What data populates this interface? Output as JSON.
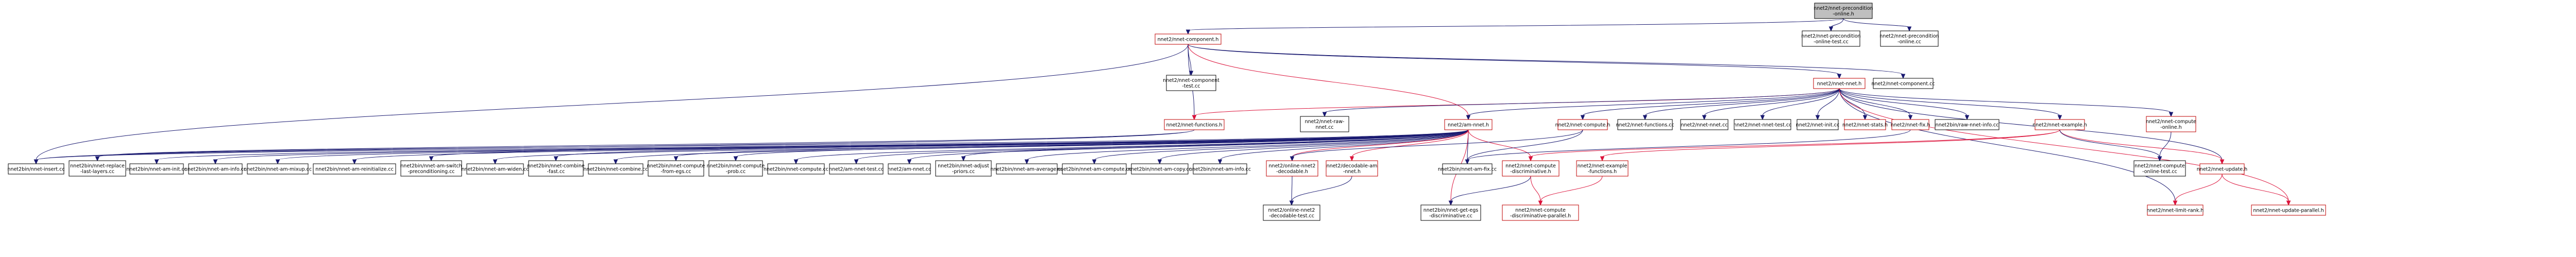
{
  "nodes": [
    {
      "id": "root",
      "lines": [
        "nnet2/nnet-precondition",
        "-online.h"
      ],
      "root": true
    },
    {
      "id": "comp_h",
      "lines": [
        "nnet2/nnet-component.h"
      ],
      "linked": true
    },
    {
      "id": "pre_test",
      "lines": [
        "nnet2/nnet-precondition",
        "-online-test.cc"
      ]
    },
    {
      "id": "pre_cc",
      "lines": [
        "nnet2/nnet-precondition",
        "-online.cc"
      ]
    },
    {
      "id": "comp_test",
      "lines": [
        "nnet2/nnet-component",
        "-test.cc"
      ]
    },
    {
      "id": "nnet_h",
      "lines": [
        "nnet2/nnet-nnet.h"
      ],
      "linked": true
    },
    {
      "id": "comp_cc",
      "lines": [
        "nnet2/nnet-component.cc"
      ]
    },
    {
      "id": "funcs_h",
      "lines": [
        "nnet2/nnet-functions.h"
      ],
      "linked": true
    },
    {
      "id": "raw_test",
      "lines": [
        "nnet2/nnet-raw-",
        "nnet.cc"
      ]
    },
    {
      "id": "am_h",
      "lines": [
        "nnet2/am-nnet.h"
      ],
      "linked": true
    },
    {
      "id": "compute_h",
      "lines": [
        "nnet2/nnet-compute.h"
      ],
      "linked": true
    },
    {
      "id": "funcs_cc",
      "lines": [
        "nnet2/nnet-functions.cc"
      ]
    },
    {
      "id": "nnet_cc",
      "lines": [
        "nnet2/nnet-nnet.cc"
      ]
    },
    {
      "id": "nnet_test",
      "lines": [
        "nnet2/nnet-nnet-test.cc"
      ]
    },
    {
      "id": "init_cc",
      "lines": [
        "nnet2/nnet-init.cc"
      ]
    },
    {
      "id": "stats_h",
      "lines": [
        "nnet2/nnet-stats.h"
      ],
      "linked": true
    },
    {
      "id": "fix_h",
      "lines": [
        "nnet2/nnet-fix.h"
      ],
      "linked": true
    },
    {
      "id": "raw_info",
      "lines": [
        "nnet2bin/raw-nnet-info.cc"
      ]
    },
    {
      "id": "example_h",
      "lines": [
        "nnet2/nnet-example.h"
      ],
      "linked": true
    },
    {
      "id": "compute_online_h",
      "lines": [
        "nnet2/nnet-compute",
        "-online.h"
      ],
      "linked": true
    },
    {
      "id": "insert",
      "lines": [
        "nnet2bin/nnet-insert.cc"
      ]
    },
    {
      "id": "replace",
      "lines": [
        "nnet2bin/nnet-replace",
        "-last-layers.cc"
      ]
    },
    {
      "id": "am_init",
      "lines": [
        "nnet2bin/nnet-am-init.cc"
      ]
    },
    {
      "id": "am_info",
      "lines": [
        "nnet2bin/nnet-am-info.cc"
      ]
    },
    {
      "id": "am_mixup",
      "lines": [
        "nnet2bin/nnet-am-mixup.cc"
      ]
    },
    {
      "id": "am_reinit",
      "lines": [
        "nnet2bin/nnet-am-reinitialize.cc"
      ]
    },
    {
      "id": "am_switch",
      "lines": [
        "nnet2bin/nnet-am-switch",
        "-preconditioning.cc"
      ]
    },
    {
      "id": "am_widen",
      "lines": [
        "nnet2bin/nnet-am-widen.cc"
      ]
    },
    {
      "id": "combine_fast",
      "lines": [
        "nnet2bin/nnet-combine",
        "-fast.cc"
      ]
    },
    {
      "id": "combine",
      "lines": [
        "nnet2bin/nnet-combine.cc"
      ]
    },
    {
      "id": "compute_egs",
      "lines": [
        "nnet2bin/nnet-compute",
        "-from-egs.cc"
      ]
    },
    {
      "id": "compute_prob",
      "lines": [
        "nnet2bin/nnet-compute",
        "-prob.cc"
      ]
    },
    {
      "id": "compute_bin",
      "lines": [
        "nnet2bin/nnet-compute.cc"
      ]
    },
    {
      "id": "am_nnet_test",
      "lines": [
        "nnet2/am-nnet-test.cc"
      ]
    },
    {
      "id": "am_nnet_cc",
      "lines": [
        "nnet2/am-nnet.cc"
      ]
    },
    {
      "id": "adjust",
      "lines": [
        "nnet2bin/nnet-adjust",
        "-priors.cc"
      ]
    },
    {
      "id": "am_average",
      "lines": [
        "nnet2bin/nnet-am-average.cc"
      ]
    },
    {
      "id": "am_compute",
      "lines": [
        "nnet2bin/nnet-am-compute.cc"
      ]
    },
    {
      "id": "am_copy",
      "lines": [
        "nnet2bin/nnet-am-copy.cc"
      ]
    },
    {
      "id": "am_info2",
      "lines": [
        "nnet2bin/nnet-am-info.cc"
      ]
    },
    {
      "id": "online_h",
      "lines": [
        "nnet2/online-nnet2",
        "-decodable.h"
      ],
      "linked": true
    },
    {
      "id": "decodable_h",
      "lines": [
        "nnet2/decodable-am",
        "-nnet.h"
      ],
      "linked": true
    },
    {
      "id": "am_fix",
      "lines": [
        "nnet2bin/nnet-am-fix.cc"
      ]
    },
    {
      "id": "disc_h",
      "lines": [
        "nnet2/nnet-compute",
        "-discriminative.h"
      ],
      "linked": true
    },
    {
      "id": "example_funcs_h",
      "lines": [
        "nnet2/nnet-example",
        "-functions.h"
      ],
      "linked": true
    },
    {
      "id": "compute_online_test",
      "lines": [
        "nnet2/nnet-compute",
        "-online-test.cc"
      ]
    },
    {
      "id": "update_h",
      "lines": [
        "nnet2/nnet-update.h"
      ],
      "linked": true
    },
    {
      "id": "online_test",
      "lines": [
        "nnet2/online-nnet2",
        "-decodable-test.cc"
      ]
    },
    {
      "id": "get_egs",
      "lines": [
        "nnet2bin/nnet-get-egs",
        "-discriminative.cc"
      ]
    },
    {
      "id": "disc_parallel_h",
      "lines": [
        "nnet2/nnet-compute",
        "-discriminative-parallel.h"
      ],
      "linked": true
    },
    {
      "id": "limit_rank",
      "lines": [
        "nnet2/nnet-limit-rank.h"
      ],
      "linked": true
    },
    {
      "id": "update_parallel_h",
      "lines": [
        "nnet2/nnet-update-parallel.h"
      ],
      "linked": true
    }
  ]
}
